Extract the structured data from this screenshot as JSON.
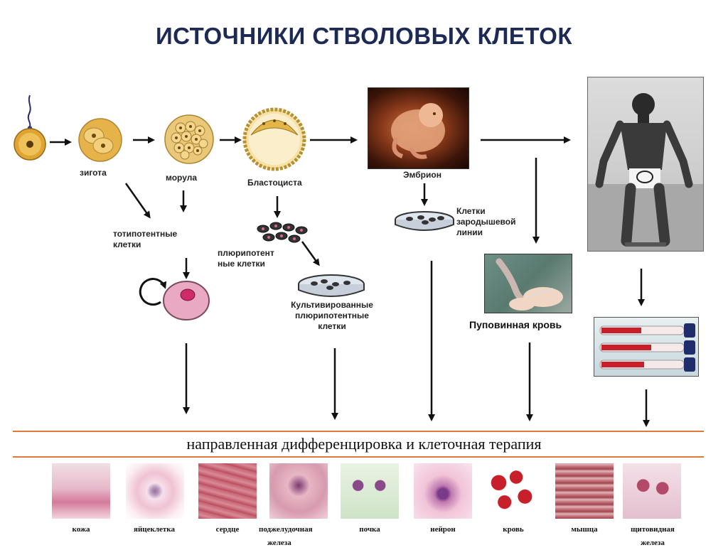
{
  "title": "ИСТОЧНИКИ СТВОЛОВЫХ КЛЕТОК",
  "labels": {
    "zygote": "зигота",
    "morula": "морула",
    "blastocyst": "Бластоциста",
    "embryo": "Эмбрион",
    "totipotent": [
      "тотипотентные",
      "клетки"
    ],
    "pluripotent": [
      "плюрипотент",
      "ные клетки"
    ],
    "cultured": [
      "Культивированные",
      "плюрипотентные",
      "клетки"
    ],
    "germline": [
      "Клетки",
      "зародышевой",
      "линии"
    ],
    "cord_blood": "Пуповинная кровь"
  },
  "banner": "направленная дифференцировка  и клеточная терапия",
  "tissues": [
    {
      "label": "кожа",
      "label2": ""
    },
    {
      "label": "яйцеклетка",
      "label2": ""
    },
    {
      "label": "сердце",
      "label2": ""
    },
    {
      "label": "поджелудочная",
      "label2": "железа"
    },
    {
      "label": "почка",
      "label2": ""
    },
    {
      "label": "нейрон",
      "label2": ""
    },
    {
      "label": "кровь",
      "label2": ""
    },
    {
      "label": "мышца",
      "label2": ""
    },
    {
      "label": "щитовидная",
      "label2": "железа"
    }
  ],
  "colors": {
    "title": "#1d2a55",
    "rule": "#e07a3b",
    "arrow": "#111111",
    "egg": "#e8b84a",
    "tissue_pink": "#e9a9c3",
    "blood_red": "#c8202a"
  }
}
